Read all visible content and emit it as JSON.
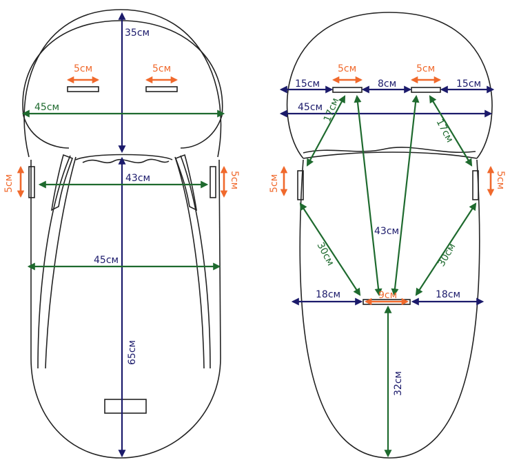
{
  "colors": {
    "navy": "#1b1a6b",
    "green": "#1e6a2e",
    "orange": "#f0692c"
  },
  "front": {
    "hood_height": "35см",
    "hood_width": "45см",
    "shoulder_width": "43см",
    "body_width": "45см",
    "body_length": "65см",
    "slot_left": "5см",
    "slot_right": "5см",
    "side_left": "5см",
    "side_right": "5см"
  },
  "back": {
    "left_margin": "15см",
    "slot_gap": "8см",
    "right_margin": "15см",
    "hood_width": "45см",
    "diag_left_upper": "17см",
    "diag_right_upper": "17см",
    "center_diag": "43см",
    "diag_left_lower": "30см",
    "diag_right_lower": "30см",
    "bottom_left": "18см",
    "bottom_right": "18см",
    "bottom_slot": "9см",
    "bottom_length": "32см",
    "slot_left": "5см",
    "slot_right": "5см",
    "side_left": "5см",
    "side_right": "5см"
  }
}
